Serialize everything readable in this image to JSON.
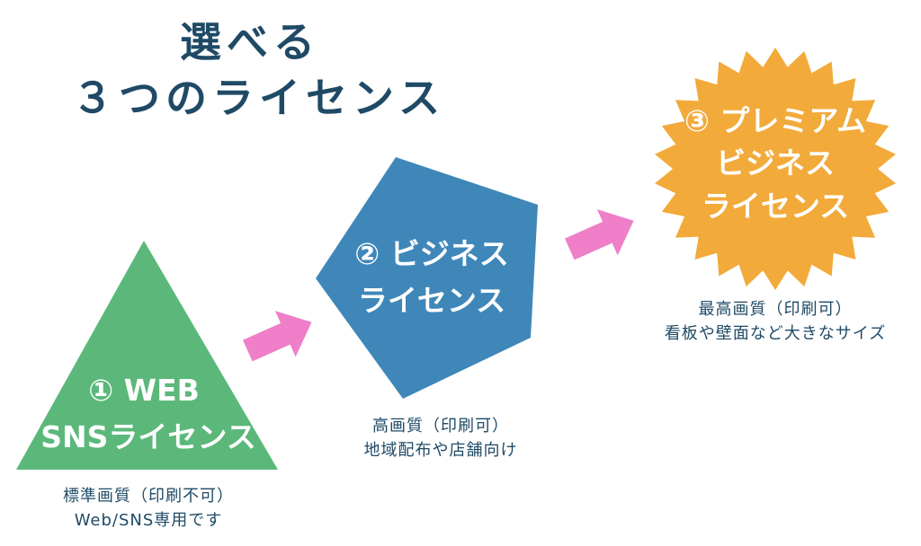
{
  "title": {
    "line1": "選べる",
    "line2": "３つのライセンス"
  },
  "licenses": [
    {
      "label_line1": "① WEB",
      "label_line2": "SNSライセンス",
      "desc_line1": "標準画質（印刷不可）",
      "desc_line2": "Web/SNS専用です",
      "color": "#5bb87a",
      "shape": "triangle"
    },
    {
      "label_line1": "② ビジネス",
      "label_line2": "ライセンス",
      "desc_line1": "高画質（印刷可）",
      "desc_line2": "地域配布や店舗向け",
      "color": "#3f87b9",
      "shape": "pentagon"
    },
    {
      "label_line1": "③ プレミアム",
      "label_line2": "ビジネス",
      "label_line3": "ライセンス",
      "desc_line1": "最高画質（印刷可）",
      "desc_line2": "看板や壁面など大きなサイズ",
      "color": "#f2aa3a",
      "shape": "starburst"
    }
  ],
  "arrow_color": "#ee7fc8"
}
